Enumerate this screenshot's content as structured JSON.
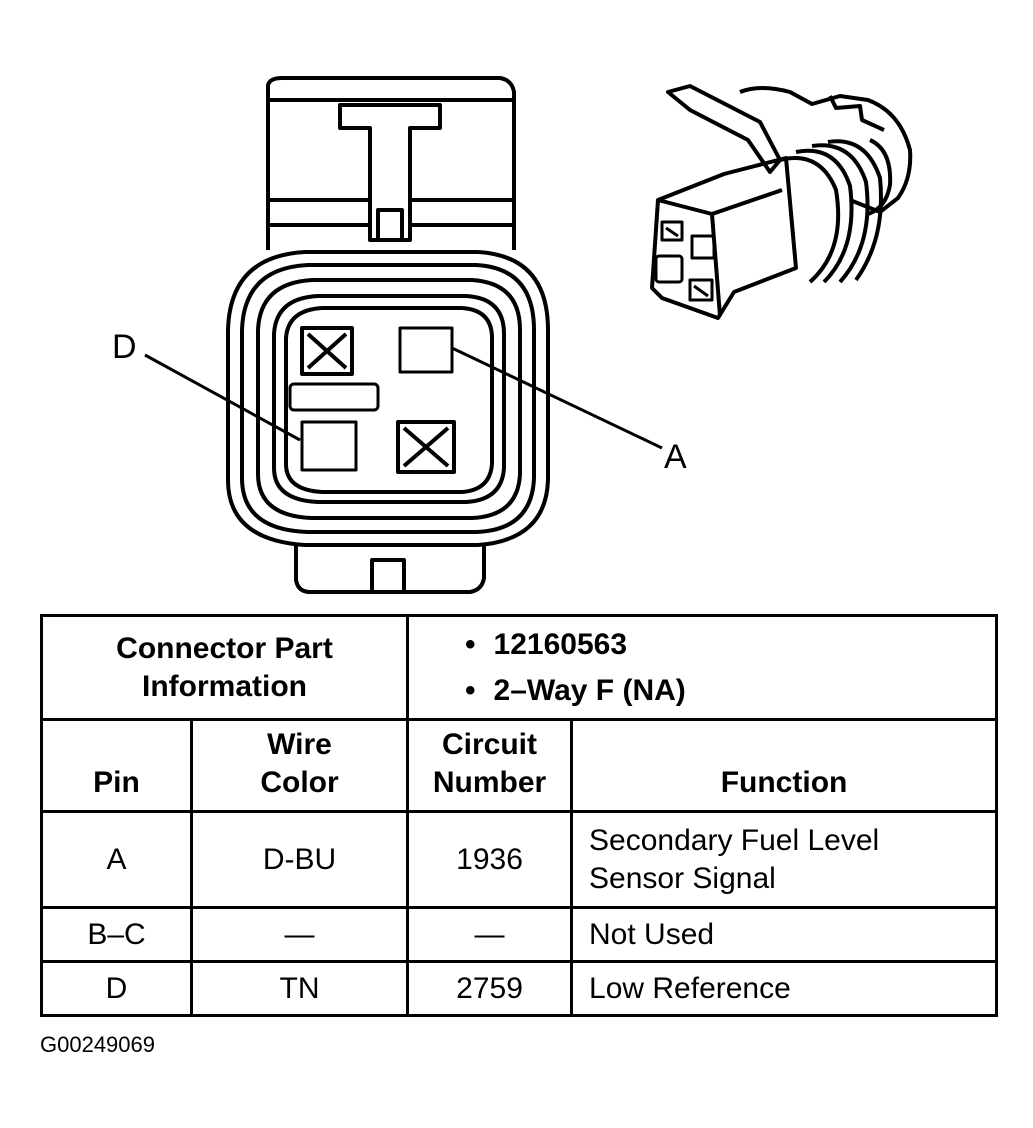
{
  "callouts": {
    "pin_d": "D",
    "pin_a": "A"
  },
  "table": {
    "part_info_label_line1": "Connector Part",
    "part_info_label_line2": "Information",
    "part_info_items": [
      "12160563",
      "2–Way F (NA)"
    ],
    "headers": {
      "pin": "Pin",
      "wire_color_line1": "Wire",
      "wire_color_line2": "Color",
      "circuit_line1": "Circuit",
      "circuit_line2": "Number",
      "function": "Function"
    },
    "rows": [
      {
        "pin": "A",
        "wire": "D-BU",
        "circuit": "1936",
        "function_line1": "Secondary Fuel Level",
        "function_line2": "Sensor Signal"
      },
      {
        "pin": "B–C",
        "wire": "—",
        "circuit": "—",
        "function_line1": "Not Used",
        "function_line2": ""
      },
      {
        "pin": "D",
        "wire": "TN",
        "circuit": "2759",
        "function_line1": "Low Reference",
        "function_line2": ""
      }
    ]
  },
  "figure_id": "G00249069"
}
